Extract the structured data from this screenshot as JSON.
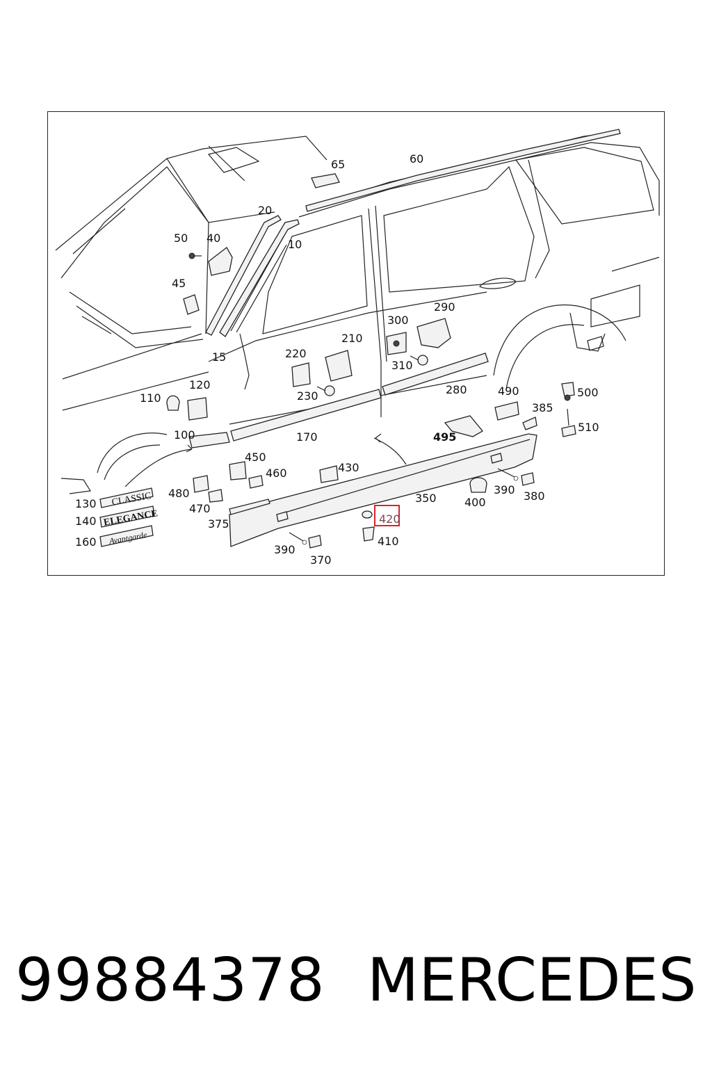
{
  "labels": {
    "l65": "65",
    "l60": "60",
    "l20": "20",
    "l10": "10",
    "l50": "50",
    "l40": "40",
    "l45": "45",
    "l15": "15",
    "l300": "300",
    "l290": "290",
    "l210": "210",
    "l220": "220",
    "l310": "310",
    "l230": "230",
    "l110": "110",
    "l120": "120",
    "l280": "280",
    "l490": "490",
    "l500": "500",
    "l385": "385",
    "l510": "510",
    "l495": "495",
    "l100": "100",
    "l170": "170",
    "l450": "450",
    "l460": "460",
    "l430": "430",
    "l480": "480",
    "l470": "470",
    "l375": "375",
    "l350": "350",
    "l400": "400",
    "l390a": "390",
    "l380": "380",
    "l420": "420",
    "l410": "410",
    "l390b": "390",
    "l370": "370",
    "l130": "130",
    "l140": "140",
    "l160": "160"
  },
  "badges": {
    "classic": "CLASSIC",
    "elegance": "ELEGANCE",
    "avantgarde": "Avantgarde"
  },
  "highlight": {
    "label": "420",
    "color": "#e0202a"
  },
  "footer": {
    "part_number": "99884378",
    "brand": "MERCEDES"
  }
}
